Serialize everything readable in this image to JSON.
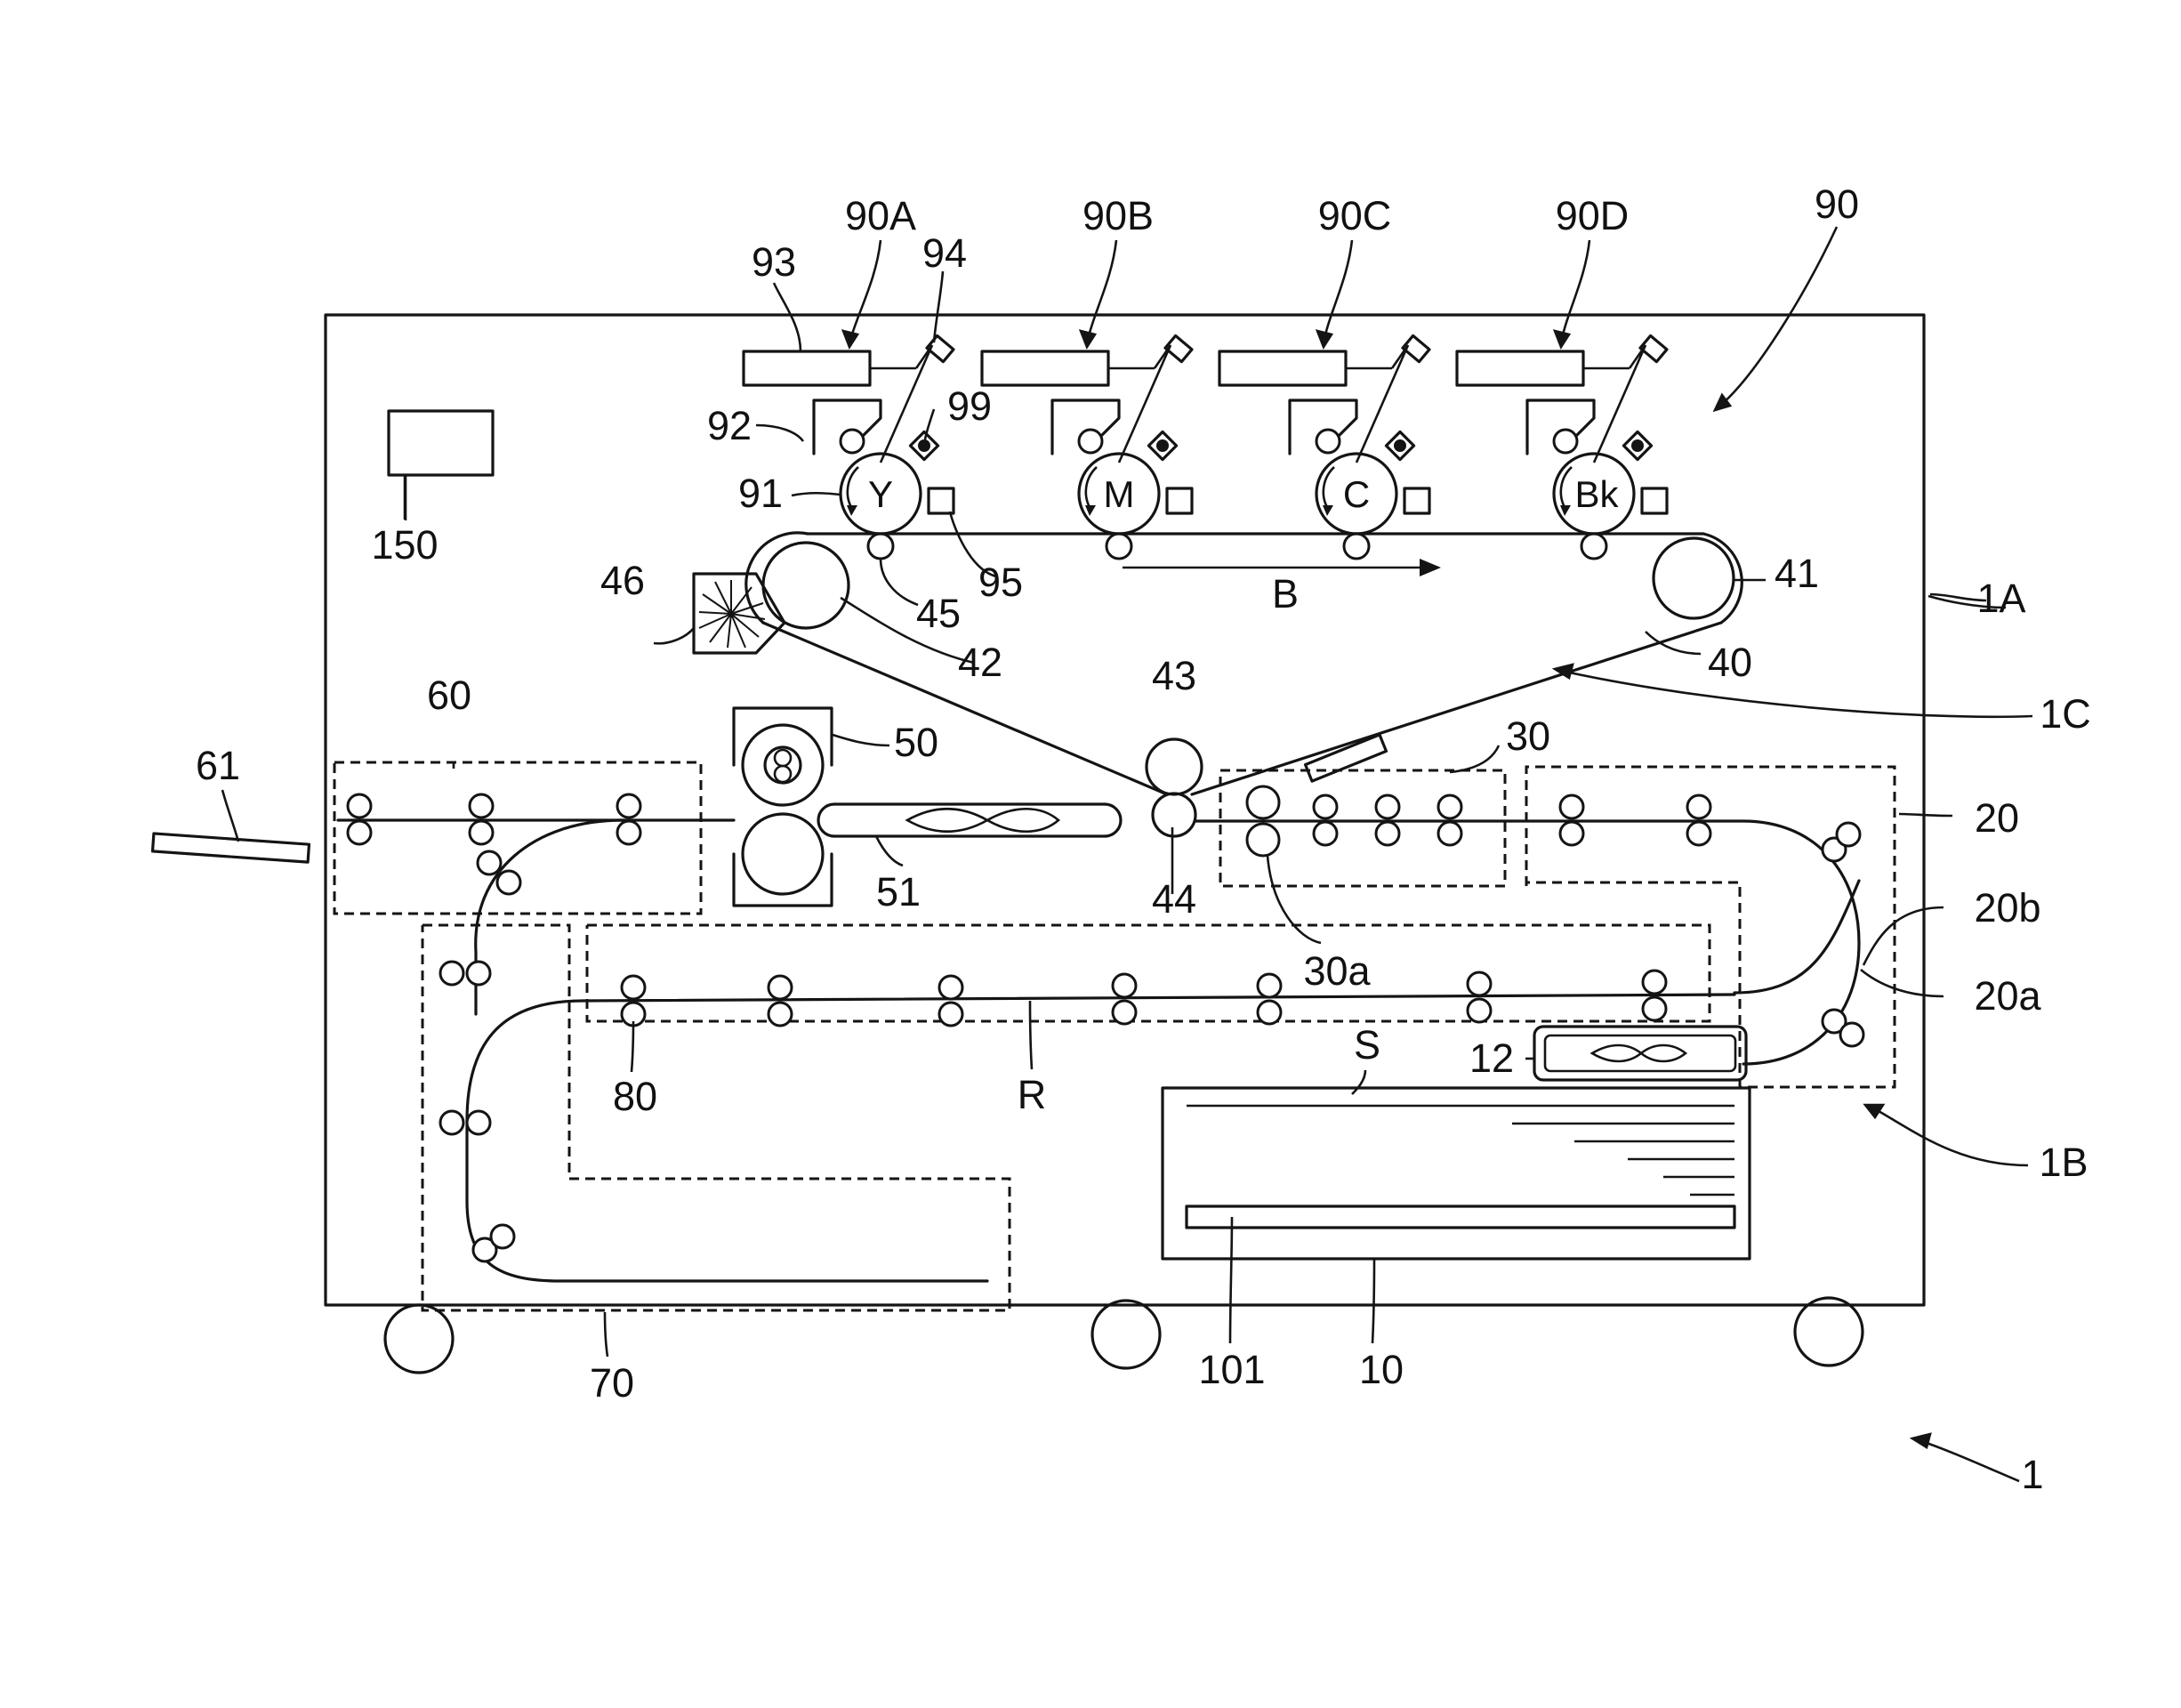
{
  "labels": {
    "l1": "1",
    "l1A": "1A",
    "l1B": "1B",
    "l1C": "1C",
    "l10": "10",
    "l12": "12",
    "l20": "20",
    "l20a": "20a",
    "l20b": "20b",
    "l30": "30",
    "l30a": "30a",
    "l40": "40",
    "l41": "41",
    "l42": "42",
    "l43": "43",
    "l44": "44",
    "l45": "45",
    "l46": "46",
    "l50": "50",
    "l51": "51",
    "l60": "60",
    "l61": "61",
    "l70": "70",
    "l80": "80",
    "l90": "90",
    "l90A": "90A",
    "l90B": "90B",
    "l90C": "90C",
    "l90D": "90D",
    "l91": "91",
    "l92": "92",
    "l93": "93",
    "l94": "94",
    "l95": "95",
    "l99": "99",
    "l101": "101",
    "l150": "150",
    "lB": "B",
    "lR": "R",
    "lS": "S"
  },
  "drums": {
    "yellow": "Y",
    "magenta": "M",
    "cyan": "C",
    "black": "Bk"
  },
  "colors": {
    "ink": "#141414",
    "background": "#ffffff"
  }
}
